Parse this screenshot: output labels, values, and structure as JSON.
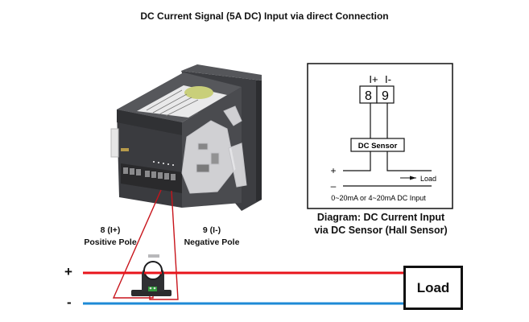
{
  "title": "DC Current Signal (5A DC) Input via direct Connection",
  "schematic": {
    "terminal_labels": [
      "I+",
      "I-"
    ],
    "terminal_numbers": [
      "8",
      "9"
    ],
    "sensor_label": "DC Sensor",
    "plus_sign": "+",
    "minus_sign": "–",
    "load_arrow_label": "Load",
    "input_range": "0~20mA or 4~20mA DC Input",
    "caption_line1": "Diagram: DC Current Input",
    "caption_line2": "via DC Sensor (Hall Sensor)"
  },
  "wiring": {
    "positive_terminal_label": "8 (I+)",
    "positive_terminal_desc": "Positive Pole",
    "negative_terminal_label": "9 (I-)",
    "negative_terminal_desc": "Negative Pole",
    "plus_sign": "+",
    "minus_sign": "-",
    "load_label": "Load",
    "colors": {
      "positive_line": "#e8141b",
      "negative_line": "#1e8ad6",
      "signal_wire": "#c8141b"
    }
  },
  "device": {
    "name": "panel meter (rear view)",
    "sensor": "hall-effect current sensor"
  }
}
